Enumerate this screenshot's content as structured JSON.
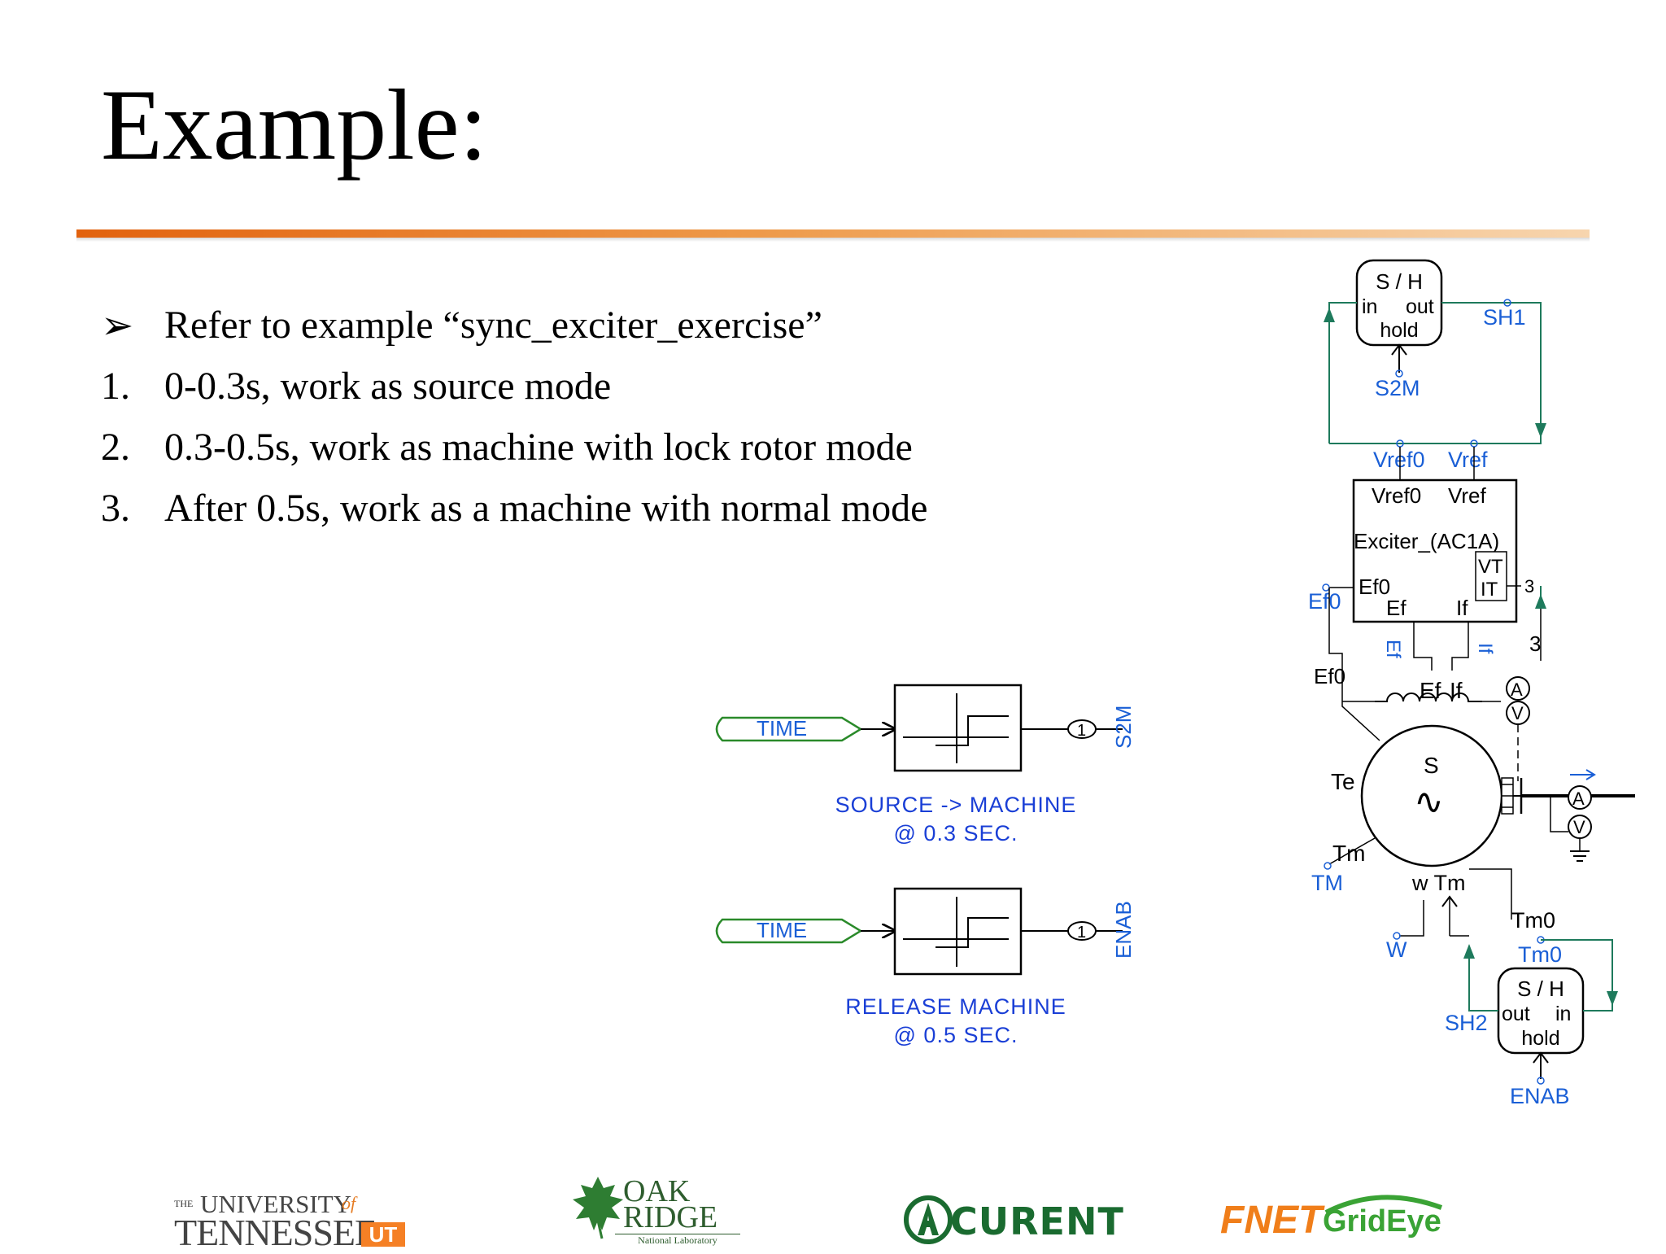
{
  "slide": {
    "title": "Example:",
    "bullets": [
      {
        "marker": "➢",
        "text": "Refer to example “sync_exciter_exercise”"
      },
      {
        "marker": "1.",
        "text": "0-0.3s, work as source mode"
      },
      {
        "marker": "2.",
        "text": "0.3-0.5s, work as machine with lock rotor mode"
      },
      {
        "marker": "3.",
        "text": "After 0.5s, work as a machine with normal mode"
      }
    ]
  },
  "diagram": {
    "time_label": "TIME",
    "node_label": "1",
    "signal_s2m": "S2M",
    "signal_enab": "ENAB",
    "source_caption_1": "SOURCE -> MACHINE",
    "source_caption_2": "@ 0.3 SEC.",
    "release_caption_1": "RELEASE MACHINE",
    "release_caption_2": "@ 0.5 SEC.",
    "sh_top": {
      "title": "S / H",
      "in": "in",
      "out": "out",
      "hold": "hold",
      "out_label": "SH1",
      "ctrl_label": "S2M"
    },
    "vref0_sig": "Vref0",
    "vref_sig": "Vref",
    "exciter": {
      "vref0": "Vref0",
      "vref": "Vref",
      "name": "Exciter_(AC1A)",
      "vt": "VT",
      "it": "IT",
      "ef0": "Ef0",
      "ef": "Ef",
      "if": "If",
      "three": "3"
    },
    "ef0_signal": "Ef0",
    "ef0_wire": "Ef0",
    "three_label": "3",
    "field_ef": "Ef",
    "field_if": "If",
    "meter_a": "A",
    "meter_v": "V",
    "machine": {
      "s": "S",
      "symbol": "∿",
      "te": "Te",
      "tm": "Tm",
      "tm_sig": "TM",
      "w_tm": "w  Tm",
      "w_sig": "W",
      "tm0": "Tm0",
      "tm0_sig": "Tm0"
    },
    "sh_bottom": {
      "title": "S / H",
      "out": "out",
      "in": "in",
      "hold": "hold",
      "out_label": "SH2",
      "ctrl_label": "ENAB"
    }
  },
  "logos": {
    "ut_small": "THE",
    "ut_line1": "UNIVERSITY",
    "ut_of": "of",
    "ut_line2": "TENNESSEE",
    "ut_mark": "UT",
    "ornl_line1": "OAK",
    "ornl_line2": "RIDGE",
    "ornl_line3": "National Laboratory",
    "curent": "CURENT",
    "fnet": "FNET",
    "grideye": "GridEye"
  },
  "colors": {
    "accent_orange": "#e2620e",
    "signal_blue": "#1a5fd6",
    "wire_green": "#1e7a5c",
    "time_green": "#2a8a2a",
    "caption_blue": "#1a3fd6"
  }
}
